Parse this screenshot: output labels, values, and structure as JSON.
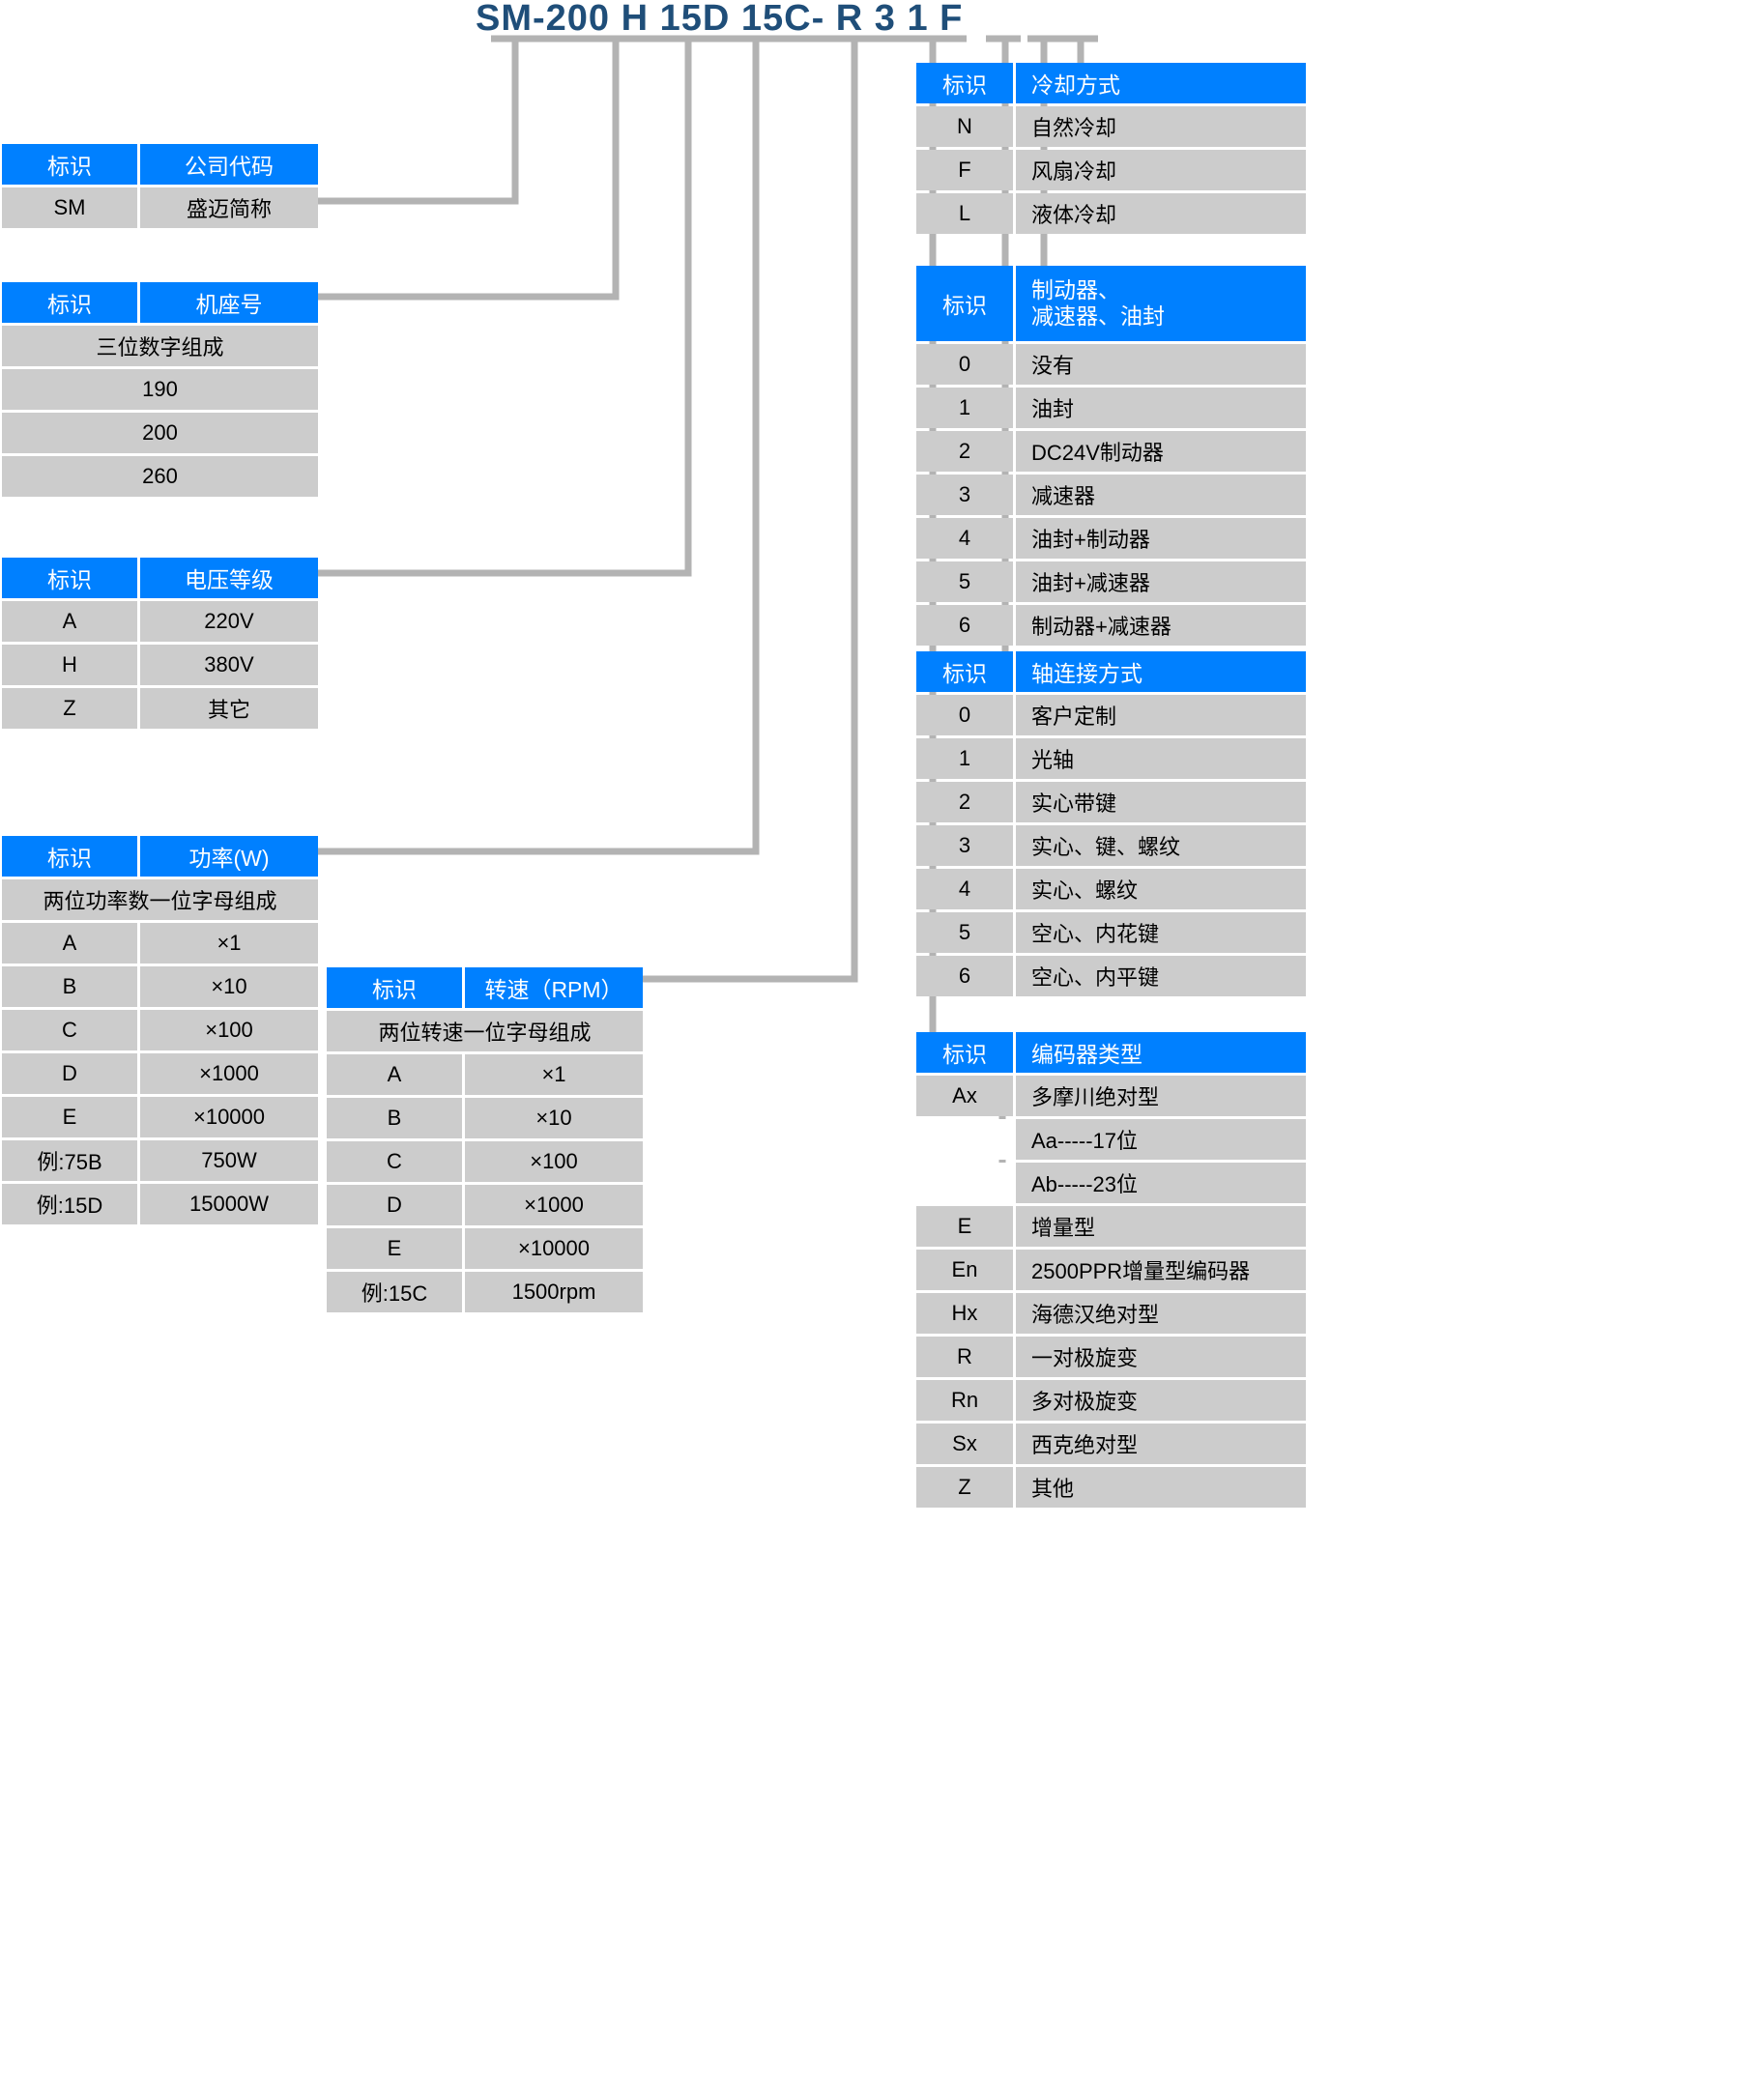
{
  "title": {
    "code": "SM-200 H 15D 15C- R  3 1 F",
    "color": "#1f4e79",
    "segments": [
      "SM-200",
      "H",
      "15D",
      "15C-",
      "R",
      "3",
      "1",
      "F"
    ]
  },
  "colors": {
    "header_blue": "#0080ff",
    "cell_gray": "#cccccc",
    "wire_gray": "#b3b3b3",
    "title_blue": "#1f4e79"
  },
  "label_id": "标识",
  "tables": {
    "company": {
      "headers": [
        "标识",
        "公司代码"
      ],
      "rows": [
        [
          "SM",
          "盛迈简称"
        ]
      ]
    },
    "frame": {
      "headers": [
        "标识",
        "机座号"
      ],
      "note": "三位数字组成",
      "rows": [
        [
          "",
          "190"
        ],
        [
          "",
          "200"
        ],
        [
          "",
          "260"
        ]
      ],
      "values": [
        "190",
        "200",
        "260"
      ]
    },
    "voltage": {
      "headers": [
        "标识",
        "电压等级"
      ],
      "rows": [
        [
          "A",
          "220V"
        ],
        [
          "H",
          "380V"
        ],
        [
          "Z",
          "其它"
        ]
      ]
    },
    "power": {
      "headers": [
        "标识",
        "功率(W)"
      ],
      "note": "两位功率数一位字母组成",
      "rows": [
        [
          "A",
          "×1"
        ],
        [
          "B",
          "×10"
        ],
        [
          "C",
          "×100"
        ],
        [
          "D",
          "×1000"
        ],
        [
          "E",
          "×10000"
        ],
        [
          "例:75B",
          "750W"
        ],
        [
          "例:15D",
          "15000W"
        ]
      ]
    },
    "rpm": {
      "headers": [
        "标识",
        "转速（RPM）"
      ],
      "note": "两位转速一位字母组成",
      "rows": [
        [
          "A",
          "×1"
        ],
        [
          "B",
          "×10"
        ],
        [
          "C",
          "×100"
        ],
        [
          "D",
          "×1000"
        ],
        [
          "E",
          "×10000"
        ],
        [
          "例:15C",
          "1500rpm"
        ]
      ]
    },
    "cooling": {
      "headers": [
        "标识",
        "冷却方式"
      ],
      "rows": [
        [
          "N",
          "自然冷却"
        ],
        [
          "F",
          "风扇冷却"
        ],
        [
          "L",
          "液体冷却"
        ]
      ]
    },
    "brake": {
      "headers": [
        "标识",
        "制动器、"
      ],
      "header_line2": "减速器、油封",
      "rows": [
        [
          "0",
          "没有"
        ],
        [
          "1",
          "油封"
        ],
        [
          "2",
          "DC24V制动器"
        ],
        [
          "3",
          "减速器"
        ],
        [
          "4",
          "油封+制动器"
        ],
        [
          "5",
          "油封+减速器"
        ],
        [
          "6",
          "制动器+减速器"
        ]
      ]
    },
    "shaft": {
      "headers": [
        "标识",
        "轴连接方式"
      ],
      "rows": [
        [
          "0",
          "客户定制"
        ],
        [
          "1",
          "光轴"
        ],
        [
          "2",
          "实心带键"
        ],
        [
          "3",
          "实心、键、螺纹"
        ],
        [
          "4",
          "实心、螺纹"
        ],
        [
          "5",
          "空心、内花键"
        ],
        [
          "6",
          "空心、内平键"
        ]
      ]
    },
    "encoder": {
      "headers": [
        "标识",
        "编码器类型"
      ],
      "rows": [
        [
          "Ax",
          "多摩川绝对型"
        ],
        [
          "",
          "Aa-----17位"
        ],
        [
          "",
          "Ab-----23位"
        ],
        [
          "E",
          "增量型"
        ],
        [
          "En",
          "2500PPR增量型编码器"
        ],
        [
          "Hx",
          "海德汉绝对型"
        ],
        [
          "R",
          "一对极旋变"
        ],
        [
          "Rn",
          "多对极旋变"
        ],
        [
          "Sx",
          "西克绝对型"
        ],
        [
          "Z",
          "其他"
        ]
      ]
    }
  }
}
